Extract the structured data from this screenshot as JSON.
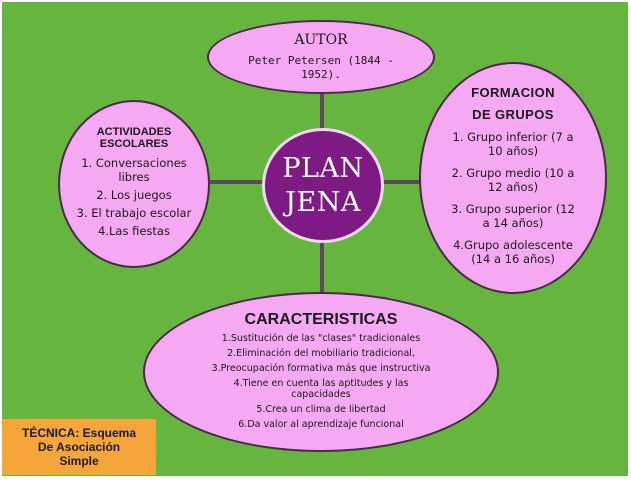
{
  "center": {
    "line1": "PLAN",
    "line2": "JENA"
  },
  "autor": {
    "title": "AUTOR",
    "lines": [
      "Peter Petersen (1844 -",
      "1952)."
    ]
  },
  "actividades": {
    "title_lines": [
      "ACTIVIDADES",
      "ESCOLARES"
    ],
    "items": [
      [
        "1. Conversaciones",
        "libres"
      ],
      [
        "2. Los juegos"
      ],
      [
        "3. El trabajo escolar"
      ],
      [
        "4.Las fiestas"
      ]
    ]
  },
  "formacion": {
    "title_lines": [
      "FORMACION",
      "DE GRUPOS"
    ],
    "items": [
      [
        "1. Grupo inferior (7 a",
        "10 años)"
      ],
      [
        "2. Grupo medio (10 a",
        "12 años)"
      ],
      [
        "3. Grupo superior (12",
        "a 14 años)"
      ],
      [
        "4.Grupo adolescente",
        "(14 a 16 años)"
      ]
    ]
  },
  "caracteristicas": {
    "title": "CARACTERISTICAS",
    "items": [
      [
        "1.Sustitución de las \"clases\" tradicionales"
      ],
      [
        "2.Eliminación del mobiliario tradicional,"
      ],
      [
        "3.Preocupación formativa más que instructiva"
      ],
      [
        "4.Tiene en cuenta las aptitudes y las",
        "capacidades"
      ],
      [
        "5.Crea un clima de libertad"
      ],
      [
        "6.Da valor al aprendizaje funcional"
      ]
    ]
  },
  "tecnica": {
    "lines": [
      "TÉCNICA: Esquema",
      "De Asociación",
      "Simple"
    ]
  },
  "colors": {
    "background": "#66b53f",
    "node_fill": "#f6a9f3",
    "center_fill": "#7e1a83",
    "label_fill": "#f6a53a"
  }
}
